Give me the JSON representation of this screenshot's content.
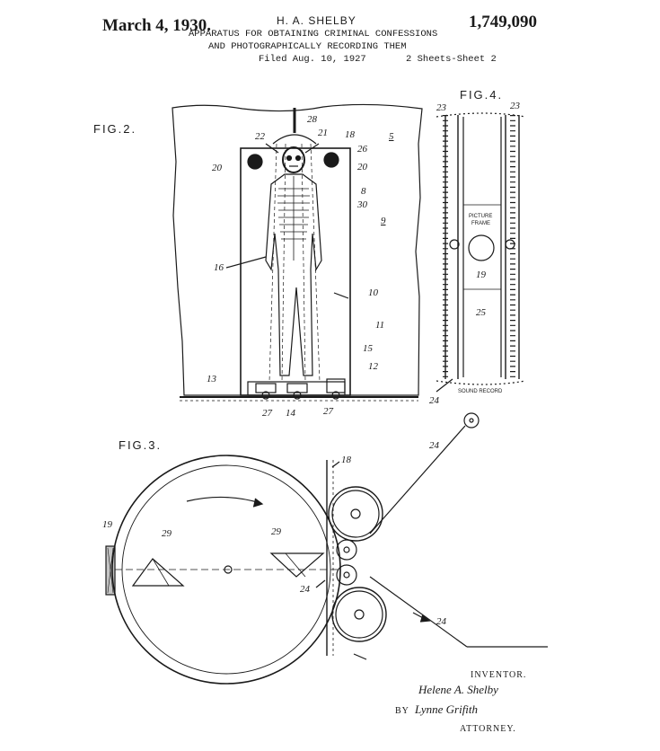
{
  "header": {
    "date": "March 4, 1930.",
    "inventor_name": "H. A. SHELBY",
    "patent_number": "1,749,090",
    "title_line1": "APPARATUS FOR OBTAINING CRIMINAL CONFESSIONS",
    "title_line2": "AND PHOTOGRAPHICALLY RECORDING THEM",
    "filed": "Filed Aug. 10, 1927",
    "sheets": "2 Sheets-Sheet 2"
  },
  "figures": {
    "fig2": "FIG.2.",
    "fig3": "FIG.3.",
    "fig4": "FIG.4."
  },
  "fig2_refs": {
    "r28": "28",
    "r22": "22",
    "r21": "21",
    "r18": "18",
    "r5": "5",
    "r26": "26",
    "r20a": "20",
    "r20b": "20",
    "r8": "8",
    "r30": "30",
    "r9": "9",
    "r16": "16",
    "r10": "10",
    "r11": "11",
    "r15": "15",
    "r12": "12",
    "r13": "13",
    "r27a": "27",
    "r14": "14",
    "r27b": "27"
  },
  "fig4_refs": {
    "r23a": "23",
    "r23b": "23",
    "r19": "19",
    "r25": "25",
    "r24": "24",
    "picture_frame_1": "PICTURE",
    "picture_frame_2": "FRAME",
    "sound_record": "SOUND RECORD"
  },
  "fig3_refs": {
    "r19": "19",
    "r29a": "29",
    "r29b": "29",
    "r18": "18",
    "r24a": "24",
    "r24b": "24",
    "r24c": "24"
  },
  "signature": {
    "inventor_label": "INVENTOR.",
    "inventor_signature": "Helene A. Shelby",
    "by": "BY",
    "attorney_signature": "Lynne Grifith",
    "attorney_label": "ATTORNEY."
  },
  "colors": {
    "ink": "#1a1a1a",
    "paper": "#ffffff"
  }
}
